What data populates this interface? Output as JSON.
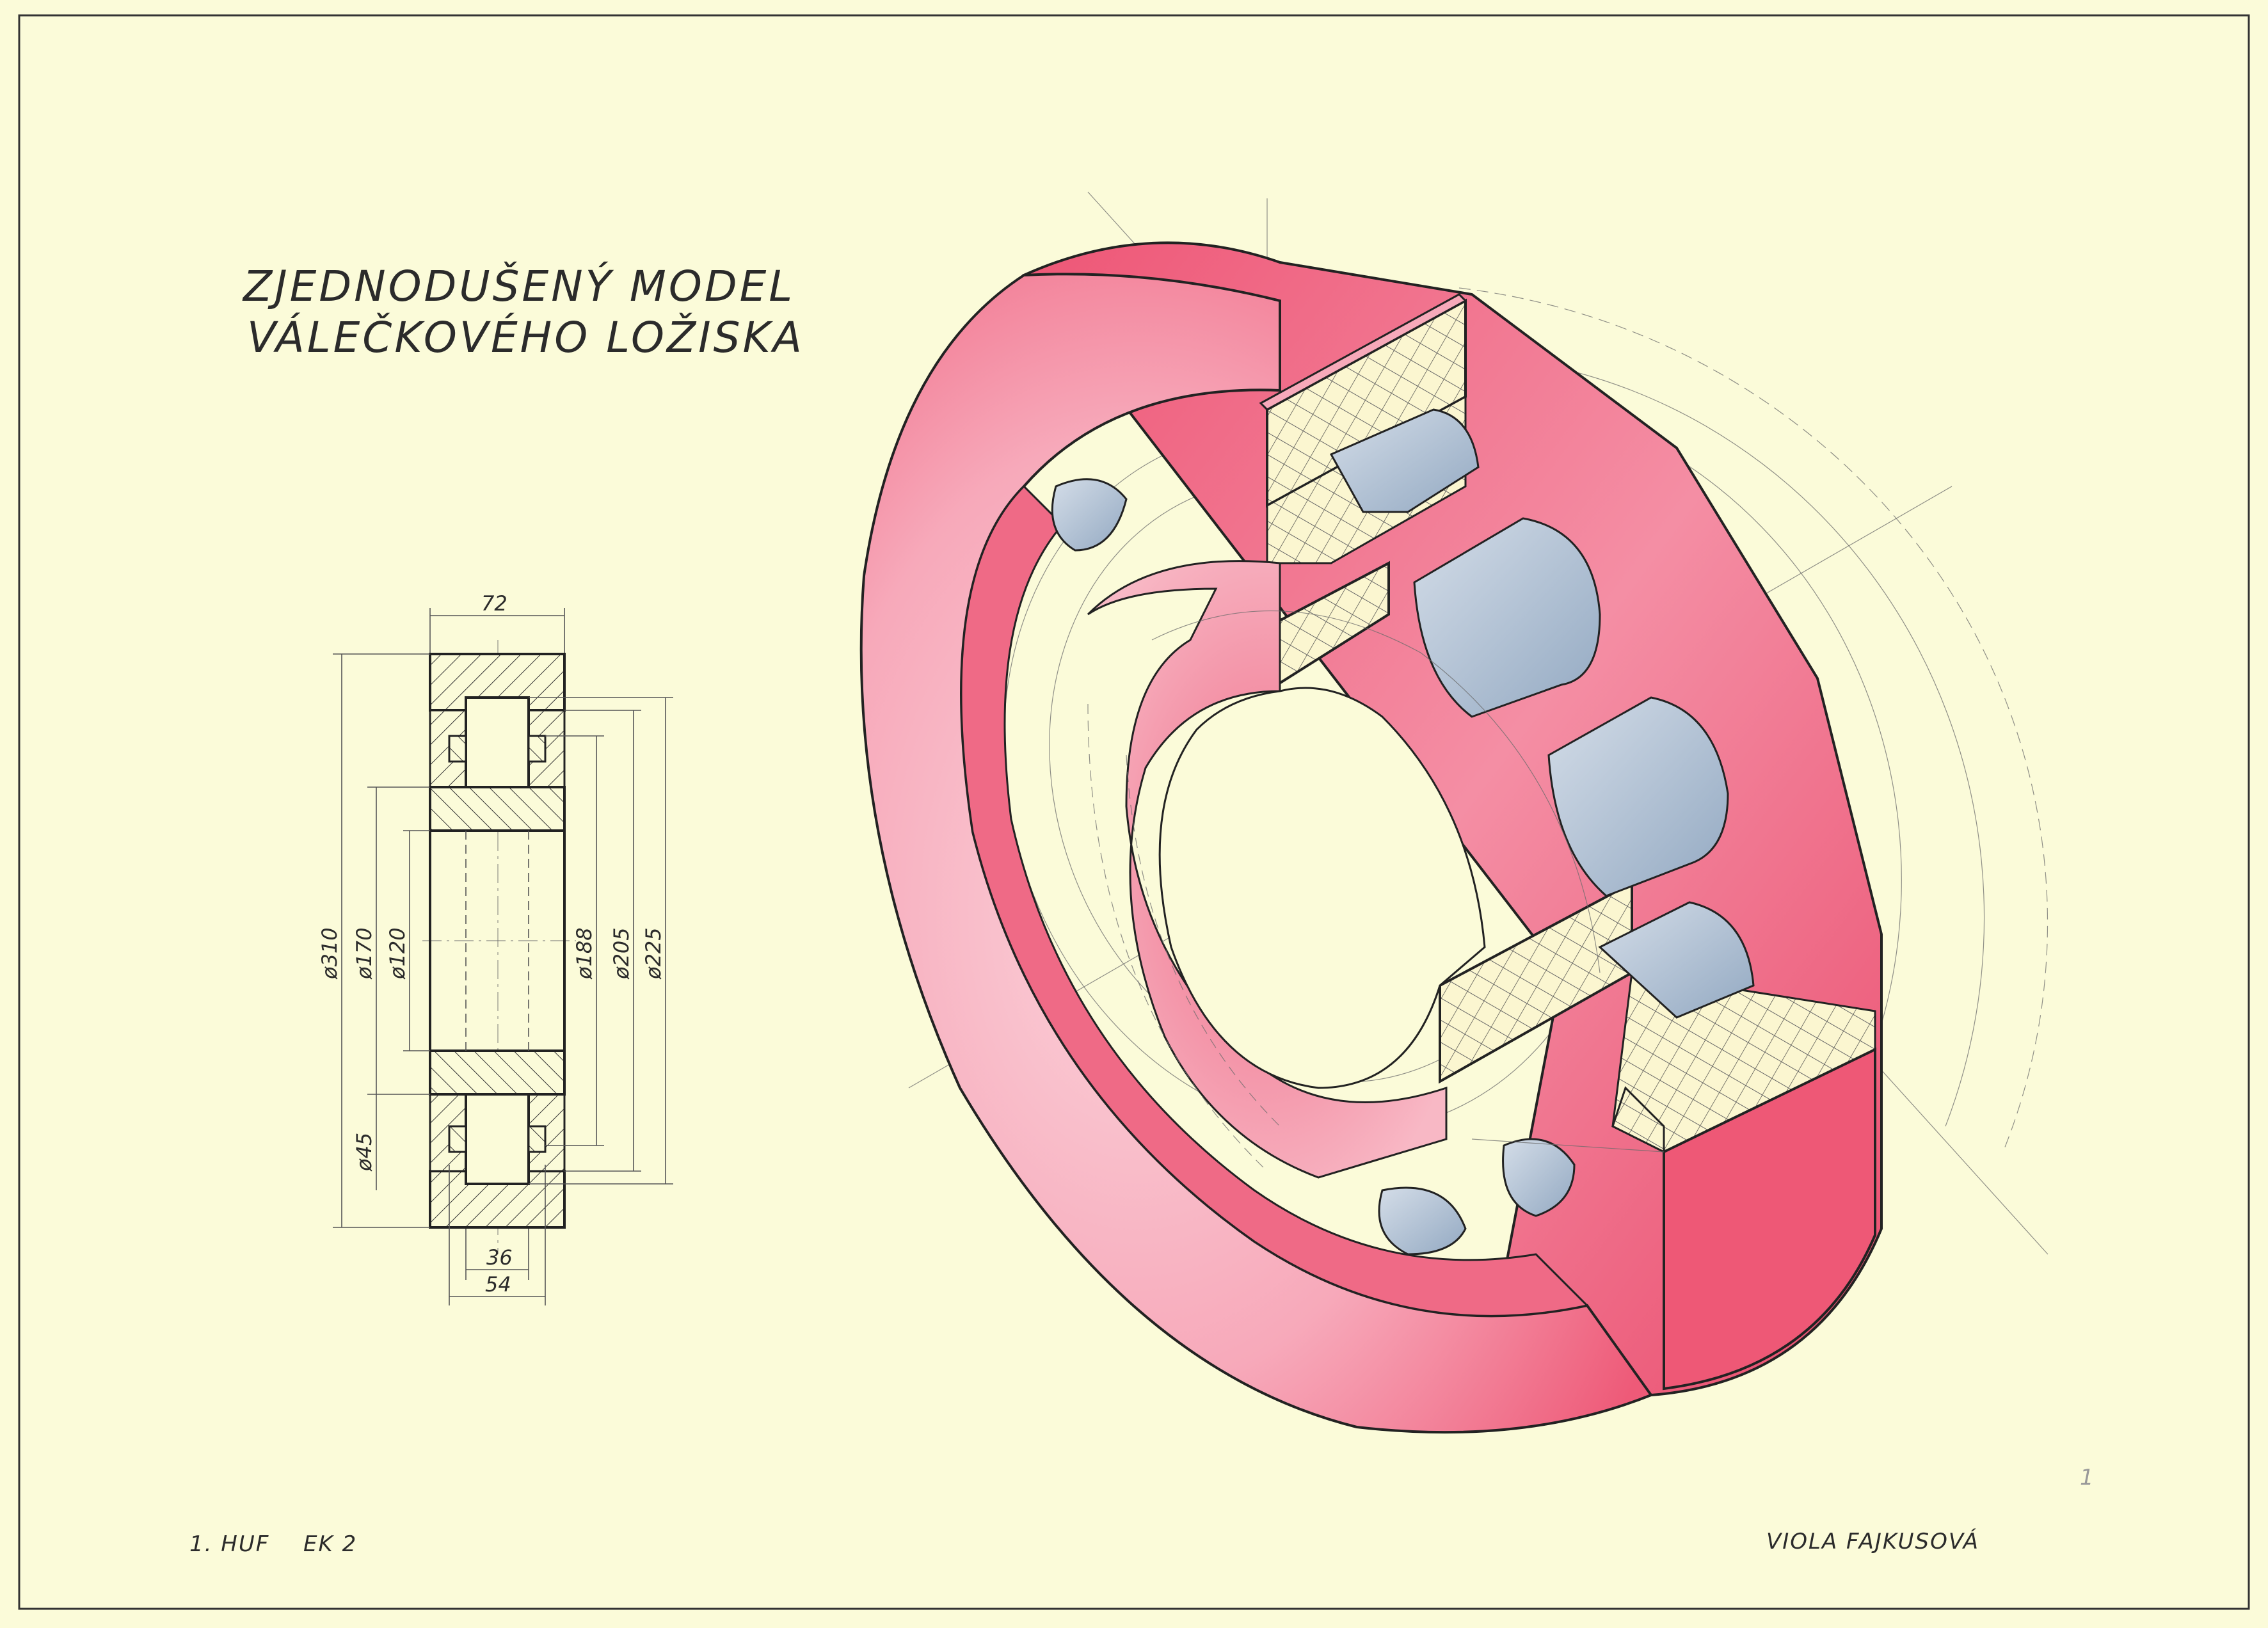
{
  "title": {
    "line1": "ZJEDNODUŠENÝ MODEL",
    "line2": "VÁLEČKOVÉHO LOŽISKA"
  },
  "section_dimensions": {
    "width_top": "72",
    "width_36": "36",
    "width_54": "54",
    "d310": "ø310",
    "d170": "ø170",
    "d120": "ø120",
    "d45": "ø45",
    "d188": "ø188",
    "d205": "ø205",
    "d225": "ø225"
  },
  "footer": {
    "class_code": "1. HUF",
    "sheet_code": "EK 2",
    "author": "VIOLA FAJKUSOVÁ",
    "page_mark": "1"
  },
  "colors": {
    "paper": "#fbfbd9",
    "ring": "#ee5a78",
    "ring_light": "#f7b3c0",
    "roller": "#b7c6d8",
    "ink": "#222222"
  }
}
